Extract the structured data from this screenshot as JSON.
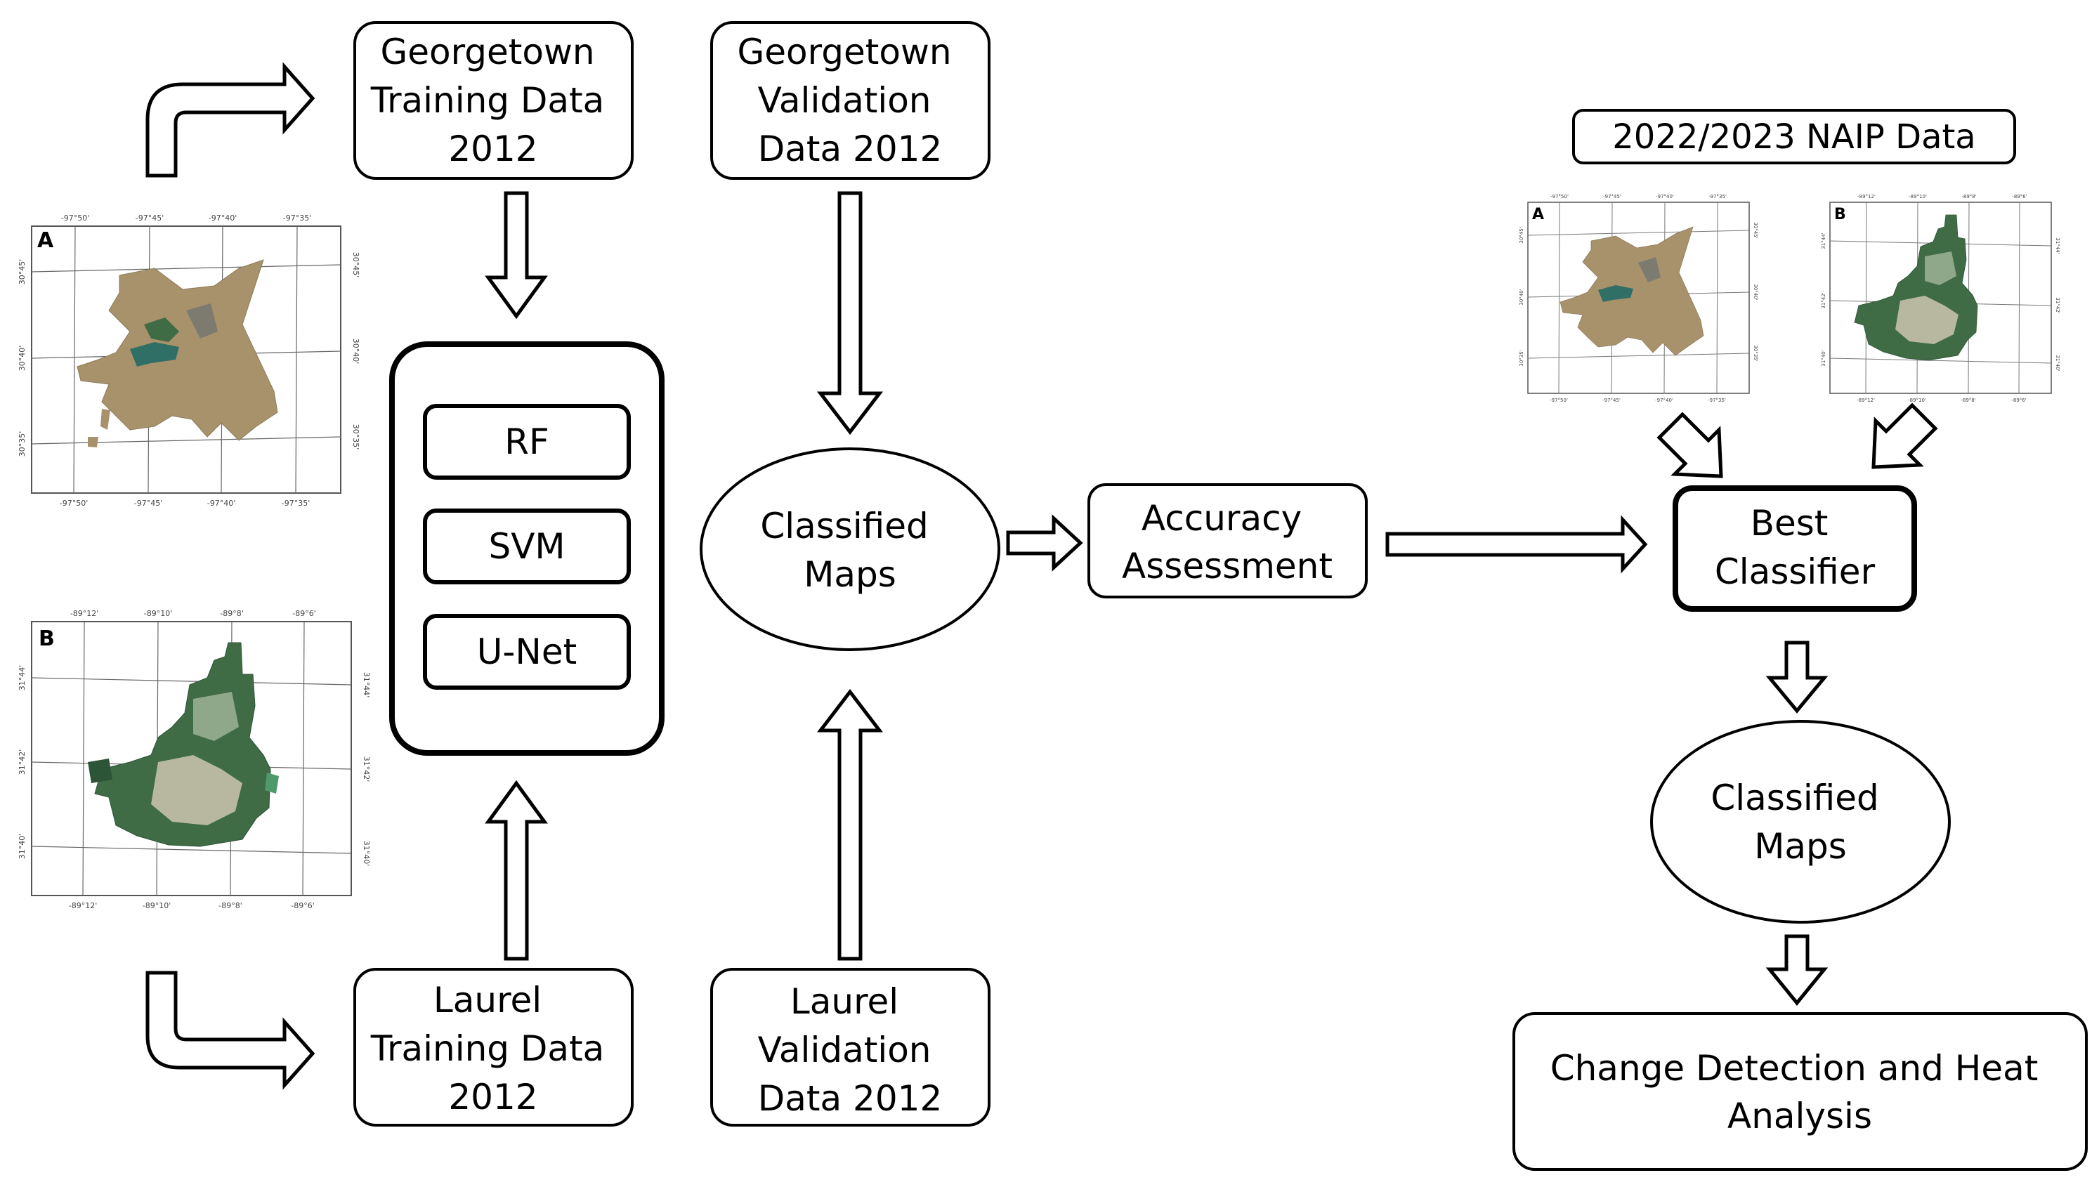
{
  "nodes": {
    "georgetown_training": [
      "Georgetown",
      "Training Data",
      "2012"
    ],
    "georgetown_validation": [
      "Georgetown",
      "Validation",
      "Data 2012"
    ],
    "laurel_training": [
      "Laurel",
      "Training Data",
      "2012"
    ],
    "laurel_validation": [
      "Laurel",
      "Validation",
      "Data 2012"
    ],
    "classifiers": [
      "RF",
      "SVM",
      "U-Net"
    ],
    "classified_maps_1": [
      "Classified",
      "Maps"
    ],
    "accuracy_assessment": [
      "Accuracy",
      "Assessment"
    ],
    "naip_title": "2022/2023 NAIP Data",
    "best_classifier": [
      "Best",
      "Classifier"
    ],
    "classified_maps_2": [
      "Classified",
      "Maps"
    ],
    "change_detection": [
      "Change Detection and Heat",
      "Analysis"
    ]
  },
  "maps": {
    "georgetown": {
      "panel": "A",
      "top_ticks": [
        "-97°50'",
        "-97°45'",
        "-97°40'",
        "-97°35'"
      ],
      "bottom_ticks": [
        "-97°50'",
        "-97°45'",
        "-97°40'",
        "-97°35'"
      ],
      "left_ticks": [
        "30°45'",
        "30°40'",
        "30°35'"
      ],
      "right_ticks": [
        "30°45'",
        "30°40'",
        "30°35'"
      ]
    },
    "laurel": {
      "panel": "B",
      "top_ticks": [
        "-89°12'",
        "-89°10'",
        "-89°8'",
        "-89°6'"
      ],
      "bottom_ticks": [
        "-89°12'",
        "-89°10'",
        "-89°8'",
        "-89°6'"
      ],
      "left_ticks": [
        "31°44'",
        "31°42'",
        "31°40'"
      ],
      "right_ticks": [
        "31°44'",
        "31°42'",
        "31°40'"
      ]
    }
  },
  "colors": {
    "stroke": "#000000",
    "map_tan": "#a8926c",
    "map_green": "#3f6b45",
    "map_dark_green": "#2c5436",
    "map_teal": "#2f6f66"
  }
}
